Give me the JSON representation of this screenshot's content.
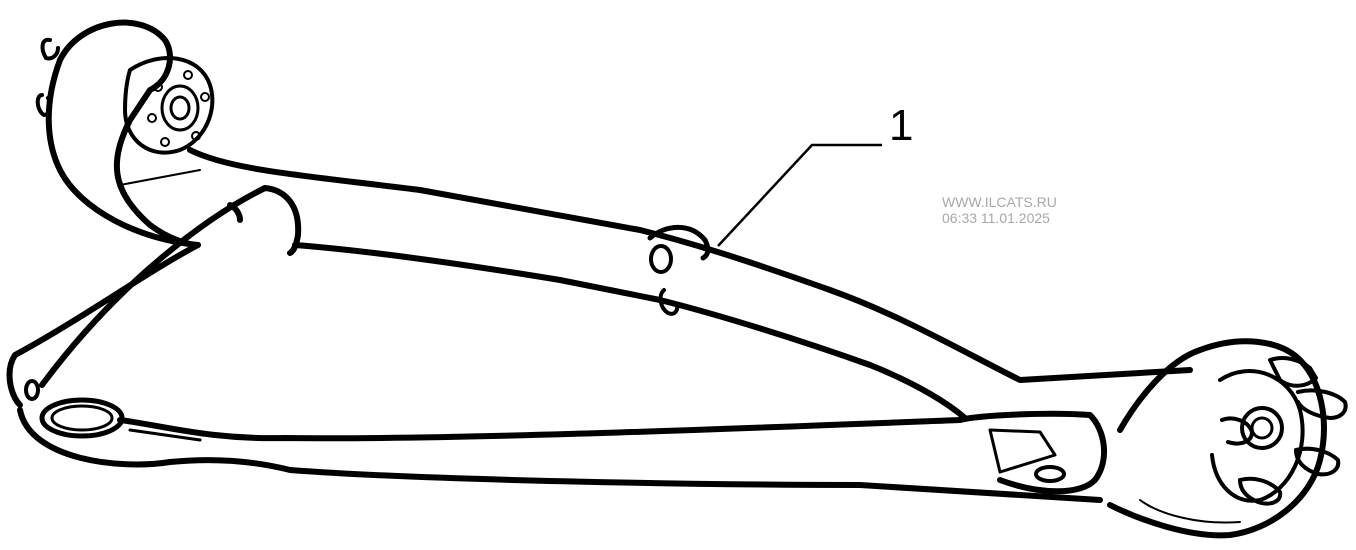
{
  "diagram": {
    "callouts": [
      {
        "label": "1"
      }
    ]
  },
  "watermark": {
    "site": "WWW.ILCATS.RU",
    "timestamp": "06:33 11.01.2025",
    "color": "#a8a8a8"
  }
}
